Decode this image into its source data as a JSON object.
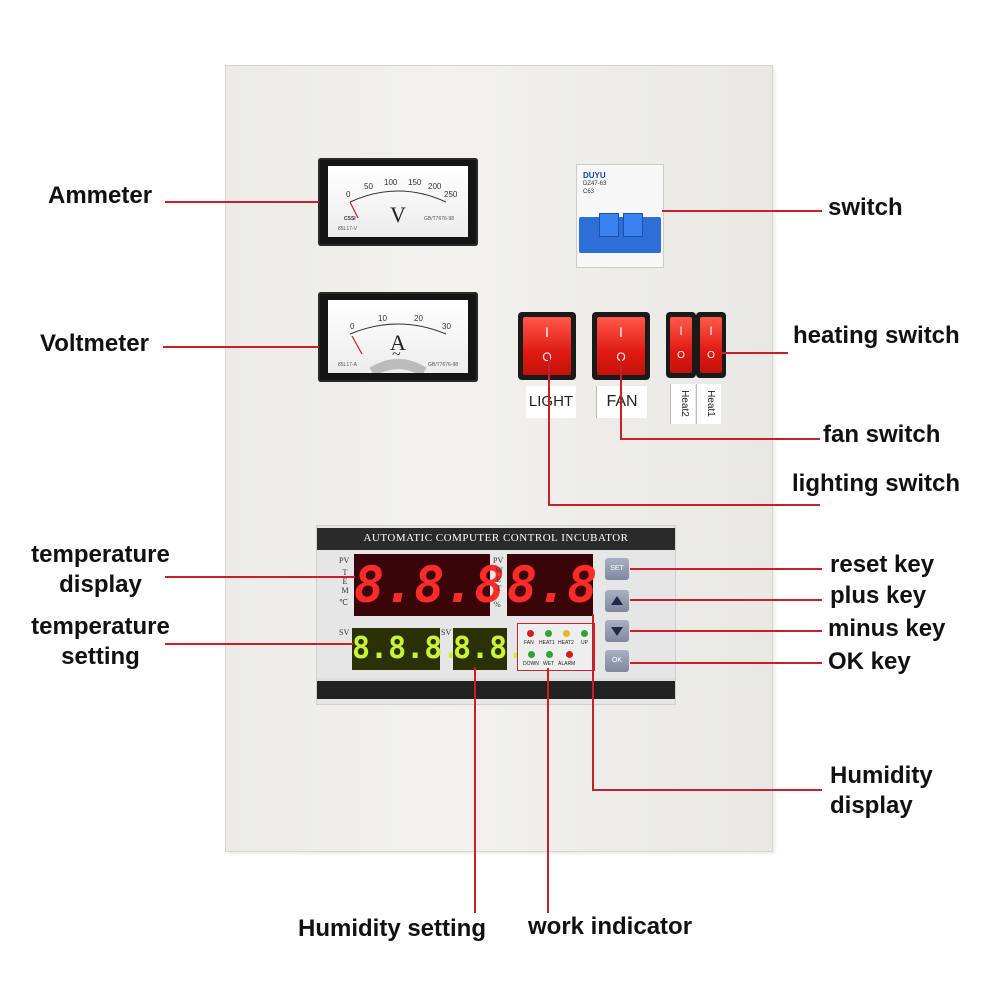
{
  "labels": {
    "ammeter": "Ammeter",
    "voltmeter": "Voltmeter",
    "switch": "switch",
    "heating_switch": "heating switch",
    "fan_switch": "fan switch",
    "lighting_switch": "lighting switch",
    "temperature_display": "temperature display",
    "temperature_setting": "temperature setting",
    "reset_key": "reset key",
    "plus_key": "plus key",
    "minus_key": "minus key",
    "ok_key": "OK key",
    "humidity_display": "Humidity display",
    "humidity_setting": "Humidity setting",
    "work_indicator": "work indicator"
  },
  "meters": {
    "upper": {
      "unit": "V",
      "scale": [
        "0",
        "50",
        "100",
        "150",
        "200",
        "250"
      ],
      "model": "85L17-V",
      "brand": "CSSI",
      "std": "GB/T7676-98"
    },
    "lower": {
      "unit": "A",
      "sub": "~",
      "scale": [
        "0",
        "10",
        "20",
        "30"
      ],
      "model": "85L17-A",
      "std": "GB/T7676-98"
    }
  },
  "breaker": {
    "brand": "DUYU",
    "model": "DZ47-63",
    "rating": "C63"
  },
  "rocker_switches": {
    "on_symbol": "I",
    "off_symbol": "O"
  },
  "switch_tags": {
    "light": "LIGHT",
    "fan": "FAN",
    "heat2": "Heat2",
    "heat1": "Heat1"
  },
  "controller": {
    "title": "AUTOMATIC COMPUTER CONTROL INCUBATOR",
    "pv": "PV",
    "sv": "SV",
    "tem_label": "TEM",
    "tem_unit": "℃",
    "wet_label": "WET",
    "wet_unit": "%",
    "temp_pv": "8.8.8",
    "wet_pv": "8.8",
    "temp_sv": "8.8.8.",
    "wet_sv": "8.8.",
    "keys": {
      "set": "SET",
      "ok": "OK"
    },
    "indicators_top": [
      "FAN",
      "HEAT1",
      "HEAT2",
      "UP"
    ],
    "indicators_bottom": [
      "DOWN",
      "WET",
      "ALARM"
    ]
  },
  "colors": {
    "leader": "#c8202a",
    "rocker": "#e01a12",
    "segment_red": "#ff2a2a",
    "segment_green": "#c9f238"
  }
}
